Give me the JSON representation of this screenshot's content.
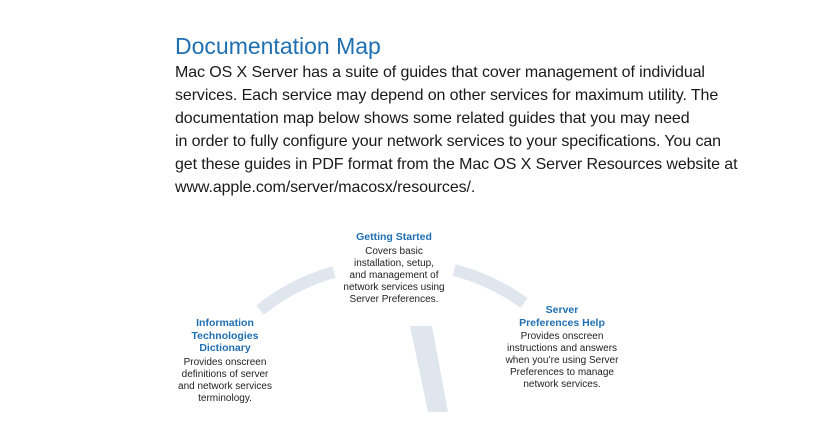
{
  "title": "Documentation Map",
  "intro_lines": [
    "Mac OS X Server has a suite of guides that cover management of individual",
    "services. Each service may depend on other services for maximum utility. The",
    "documentation map below shows some related guides that you may need",
    "in order to fully configure your network services to your specifications. You can",
    "get these guides in PDF format from the Mac OS X Server Resources website at",
    "www.apple.com/server/macosx/resources/."
  ],
  "map": {
    "getting_started": {
      "heading": "Getting Started",
      "desc": [
        "Covers basic",
        "installation, setup,",
        "and management of",
        "network services using",
        "Server Preferences."
      ]
    },
    "server_prefs_help": {
      "heading": [
        "Server",
        "Preferences Help"
      ],
      "desc": [
        "Provides onscreen",
        "instructions and answers",
        "when you’re using Server",
        "Preferences to manage",
        "network services."
      ]
    },
    "it_dictionary": {
      "heading": [
        "Information",
        "Technologies",
        "Dictionary"
      ],
      "desc": [
        "Provides onscreen",
        "definitions of server",
        "and network services",
        "terminology."
      ]
    }
  },
  "colors": {
    "accent": "#1f6fb2",
    "connector": "#dfe6ee"
  }
}
